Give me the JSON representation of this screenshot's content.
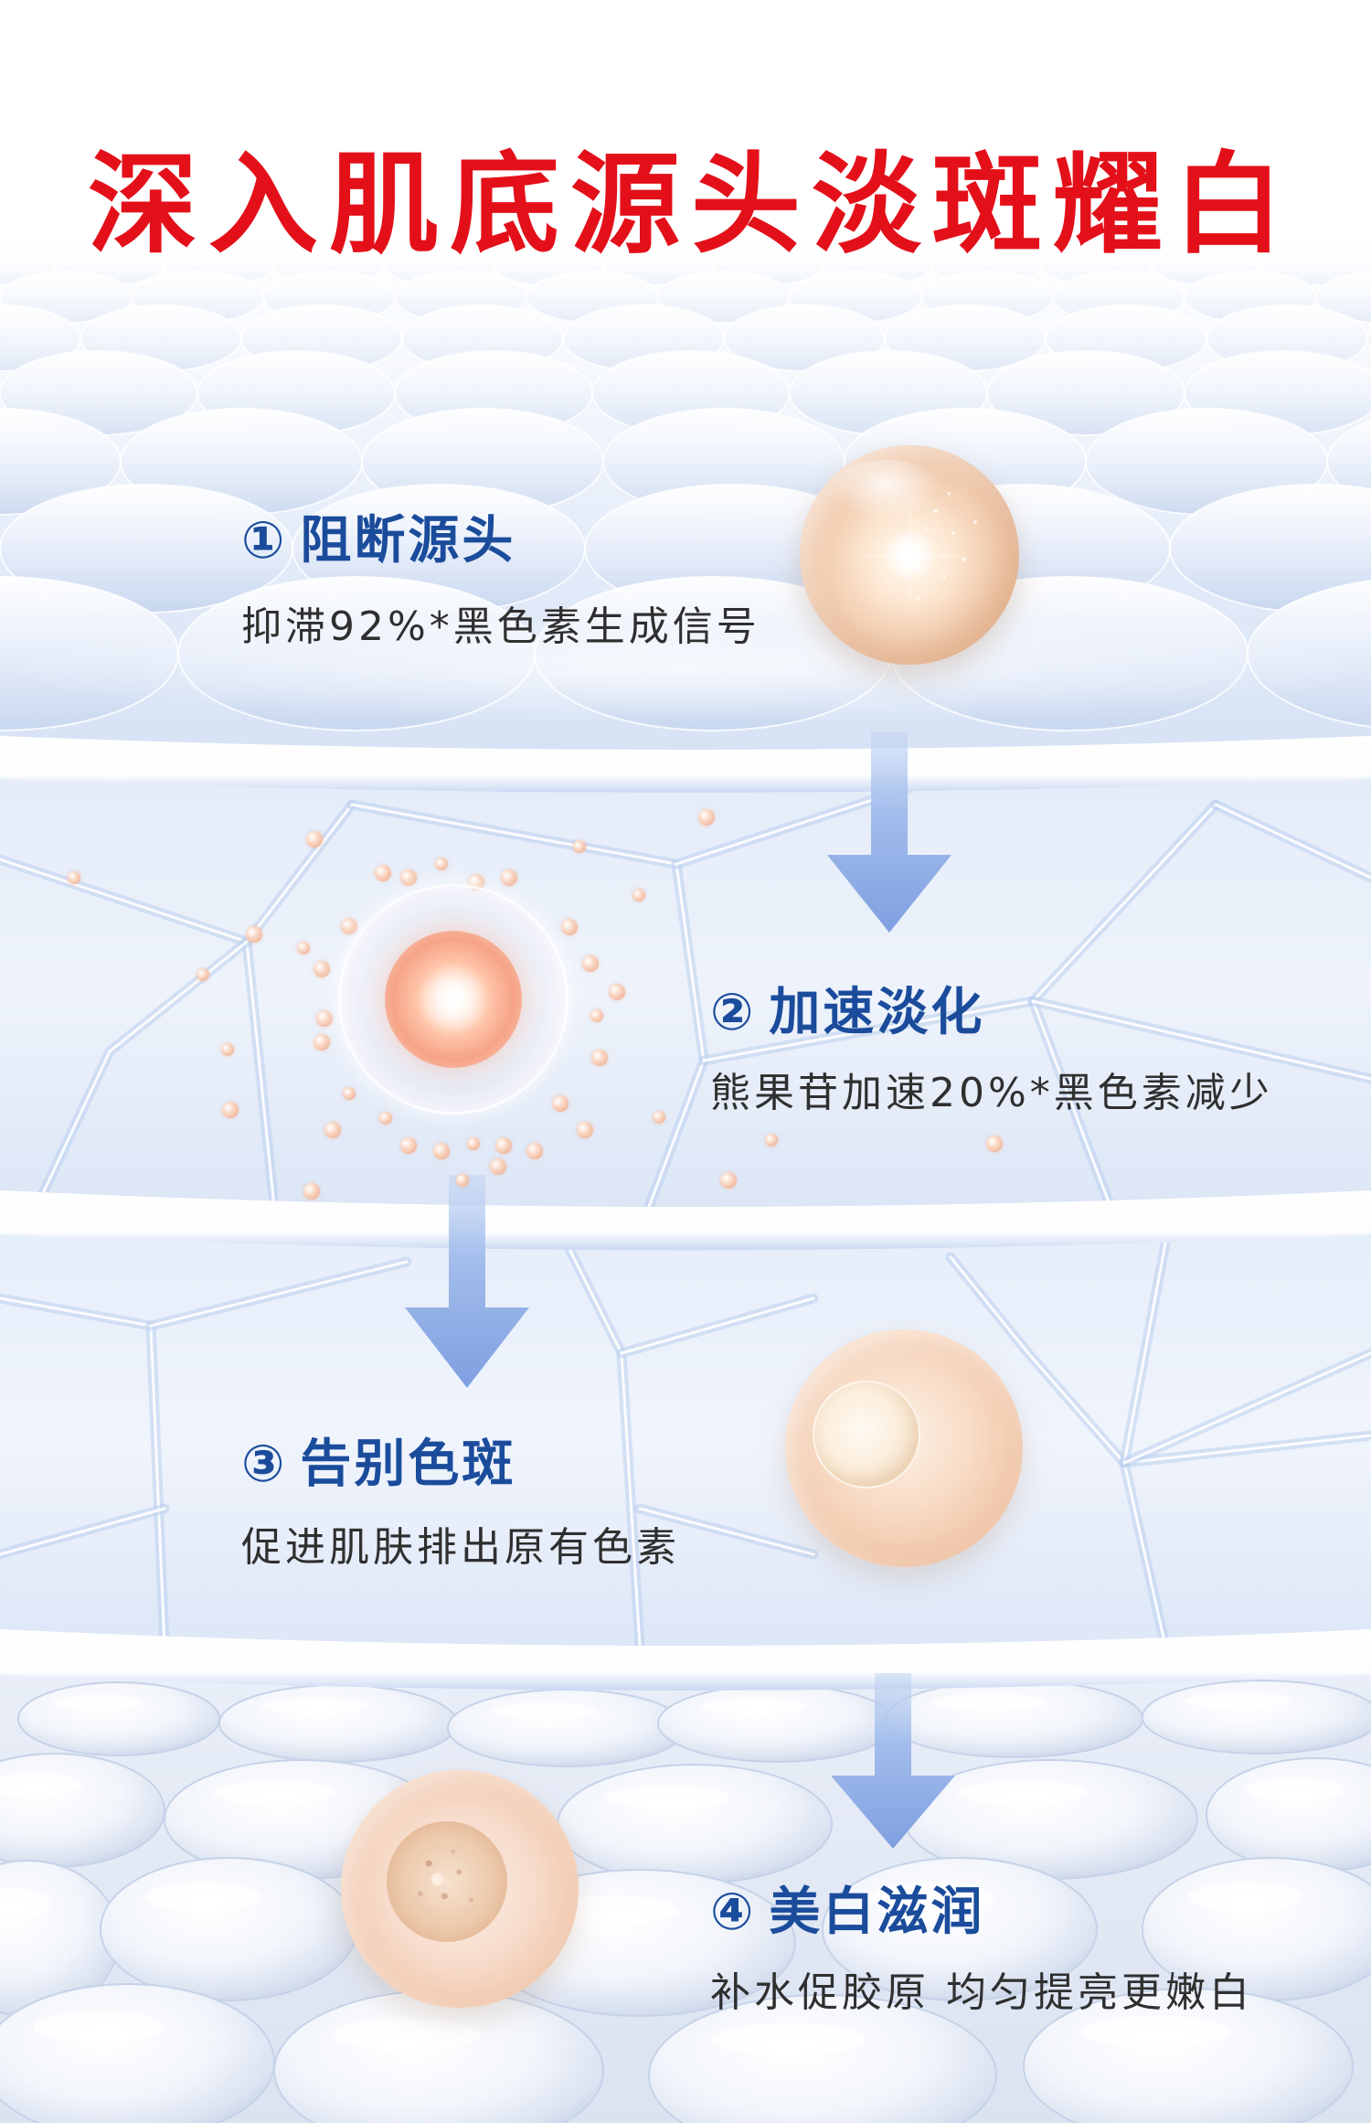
{
  "title": "深入肌底源头淡斑耀白",
  "colors": {
    "title": "#e3101a",
    "heading": "#1b4c9c",
    "text": "#2f2f2f",
    "arrow": "#8fb0e6",
    "orb": "#f2c9ab"
  },
  "steps": [
    {
      "number": "①",
      "heading": "阻断源头",
      "description": "抑滞92%*黑色素生成信号",
      "icon": "golden-pearl-orb-icon"
    },
    {
      "number": "②",
      "heading": "加速淡化",
      "description": "熊果苷加速20%*黑色素减少",
      "icon": "glowing-melanin-orb-icon"
    },
    {
      "number": "③",
      "heading": "告别色斑",
      "description": "促进肌肤排出原有色素",
      "icon": "clear-cell-orb-icon"
    },
    {
      "number": "④",
      "heading": "美白滋润",
      "description": "补水促胶原 均匀提亮更嫩白",
      "icon": "nourished-cell-orb-icon"
    }
  ]
}
